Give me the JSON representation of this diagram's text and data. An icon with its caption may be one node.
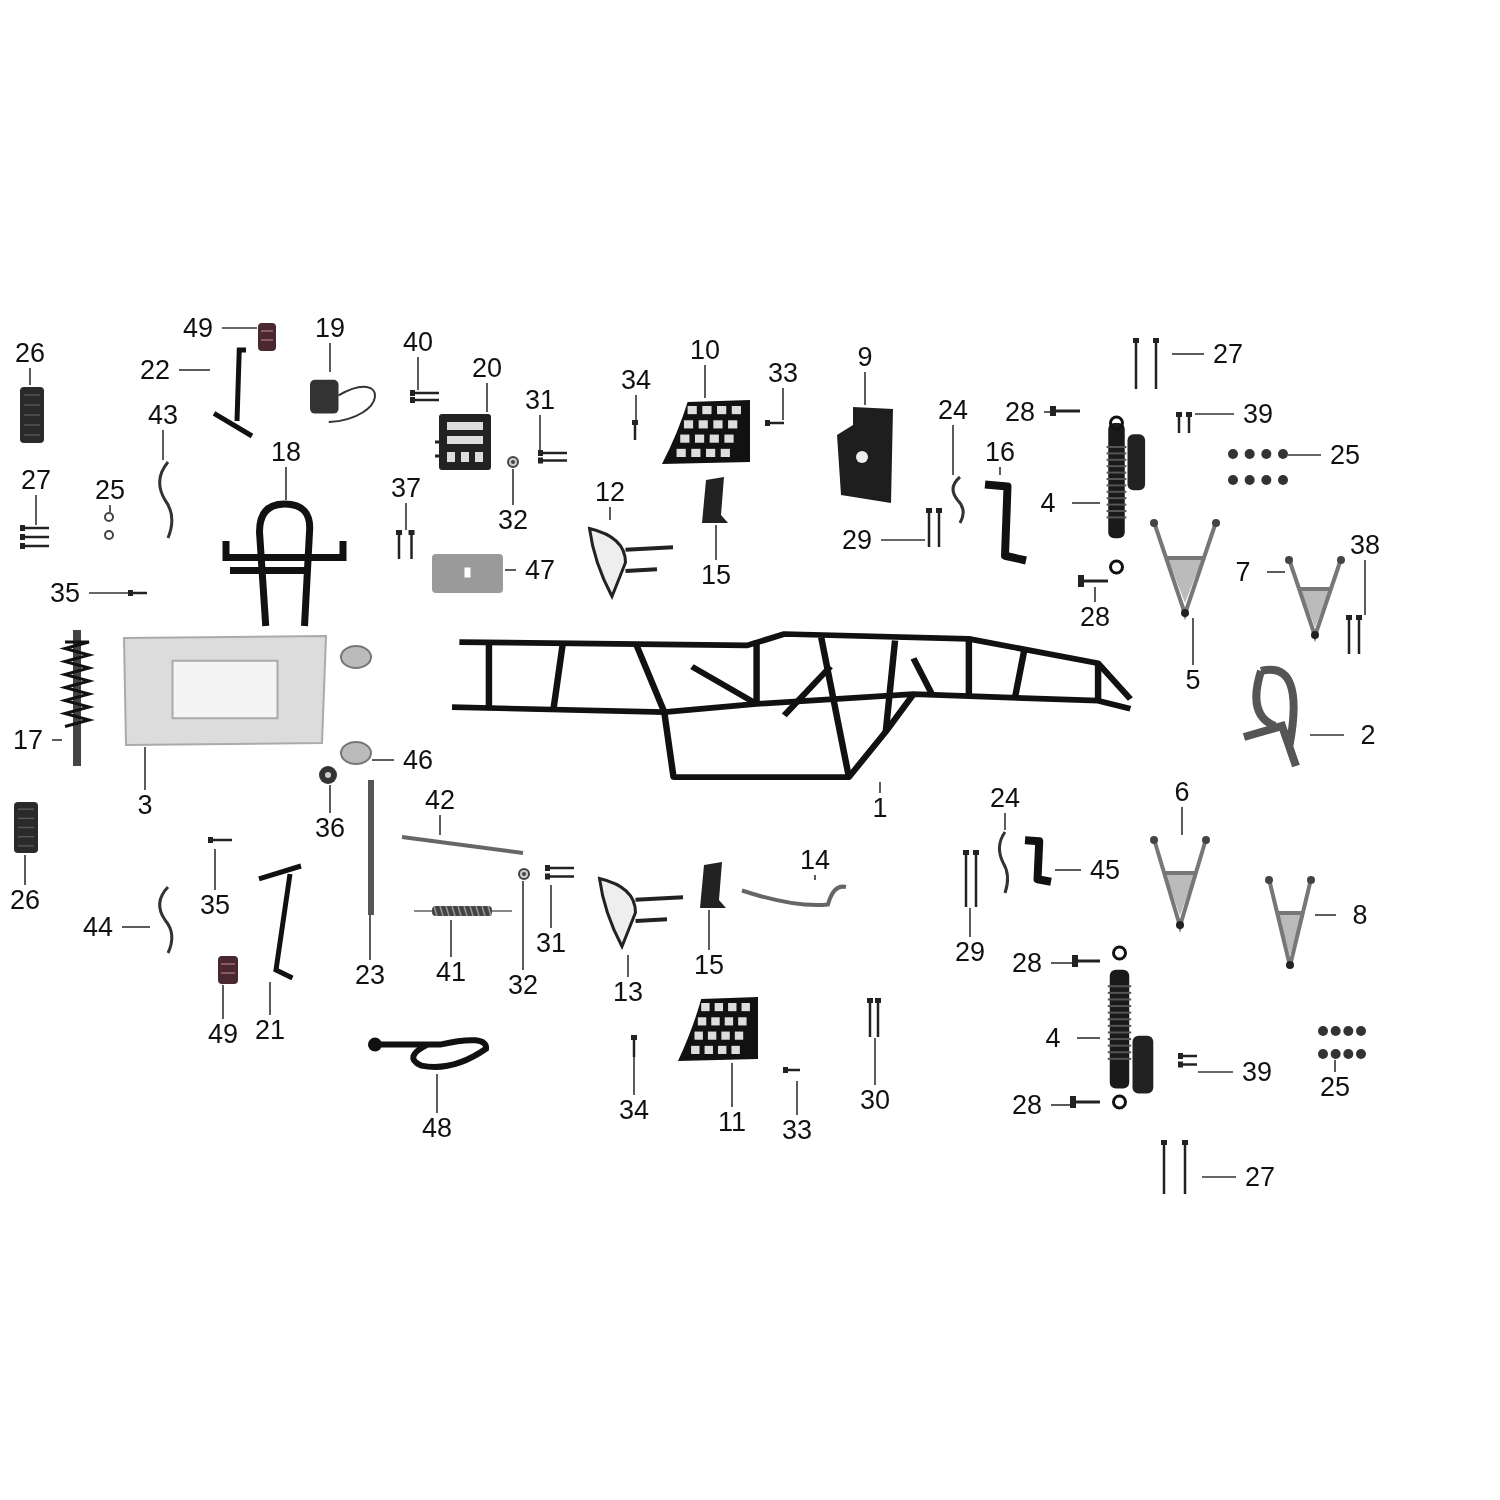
{
  "diagram": {
    "nodes": [
      {
        "text": [
          "26"
        ]
      },
      {
        "text": [],
        "shape": "picture"
      },
      {
        "text": [
          "49"
        ]
      },
      {
        "text": [],
        "shape": "picture"
      },
      {
        "text": [
          "22"
        ]
      },
      {
        "text": [],
        "shape": "picture"
      },
      {
        "text": [
          "19"
        ]
      },
      {
        "text": [],
        "shape": "picture"
      },
      {
        "text": [
          "40"
        ]
      },
      {
        "text": [],
        "shape": "picture"
      },
      {
        "text": [
          "20"
        ]
      },
      {
        "text": [],
        "shape": "picture"
      },
      {
        "text": [
          "31"
        ]
      },
      {
        "text": [],
        "shape": "picture"
      },
      {
        "text": [
          "32"
        ]
      },
      {
        "text": [],
        "shape": "picture"
      },
      {
        "text": [
          "34"
        ]
      },
      {
        "text": [],
        "shape": "picture"
      },
      {
        "text": [
          "10"
        ]
      },
      {
        "text": [],
        "shape": "picture"
      },
      {
        "text": [
          "33"
        ]
      },
      {
        "text": [],
        "shape": "picture"
      },
      {
        "text": [
          "9"
        ]
      },
      {
        "text": [],
        "shape": "picture"
      },
      {
        "text": [
          "24"
        ]
      },
      {
        "text": [],
        "shape": "picture"
      },
      {
        "text": [
          "28"
        ]
      },
      {
        "text": [],
        "shape": "picture"
      },
      {
        "text": [
          "39"
        ]
      },
      {
        "text": [],
        "shape": "picture"
      },
      {
        "text": [
          "27"
        ]
      },
      {
        "text": [],
        "shape": "picture"
      },
      {
        "text": [
          "25"
        ]
      },
      {
        "text": [],
        "shape": "picture"
      },
      {
        "text": [
          "16"
        ]
      },
      {
        "text": [],
        "shape": "picture"
      },
      {
        "text": [
          "4"
        ]
      },
      {
        "text": [],
        "shape": "picture"
      },
      {
        "text": [
          "43"
        ]
      },
      {
        "text": [],
        "shape": "picture"
      },
      {
        "text": [
          "18"
        ]
      },
      {
        "text": [],
        "shape": "picture"
      },
      {
        "text": [
          "37"
        ]
      },
      {
        "text": [],
        "shape": "picture"
      },
      {
        "text": [
          "12"
        ]
      },
      {
        "text": [],
        "shape": "picture"
      },
      {
        "text": [
          "15"
        ]
      },
      {
        "text": [],
        "shape": "picture"
      },
      {
        "text": [
          "29"
        ]
      },
      {
        "text": [],
        "shape": "picture"
      },
      {
        "text": [
          "27"
        ]
      },
      {
        "text": [],
        "shape": "picture"
      },
      {
        "text": [
          "25"
        ]
      },
      {
        "text": [],
        "shape": "picture"
      },
      {
        "text": [
          "35"
        ]
      },
      {
        "text": [],
        "shape": "picture"
      },
      {
        "text": [
          "47"
        ]
      },
      {
        "text": [],
        "shape": "picture"
      },
      {
        "text": [
          "28"
        ]
      },
      {
        "text": [],
        "shape": "picture"
      },
      {
        "text": [
          "5"
        ]
      },
      {
        "text": [],
        "shape": "picture"
      },
      {
        "text": [
          "7"
        ]
      },
      {
        "text": [],
        "shape": "picture"
      },
      {
        "text": [
          "38"
        ]
      },
      {
        "text": [],
        "shape": "picture"
      },
      {
        "text": [
          "17"
        ]
      },
      {
        "text": [],
        "shape": "picture"
      },
      {
        "text": [
          "3"
        ]
      },
      {
        "text": [],
        "shape": "picture"
      },
      {
        "text": [
          "46"
        ]
      },
      {
        "text": [],
        "shape": "picture"
      },
      {
        "text": [
          "1"
        ]
      },
      {
        "text": [],
        "shape": "picture"
      },
      {
        "text": [
          "2"
        ]
      },
      {
        "text": [],
        "shape": "picture"
      },
      {
        "text": [
          "36"
        ]
      },
      {
        "text": [],
        "shape": "picture"
      },
      {
        "text": [
          "42"
        ]
      },
      {
        "text": [],
        "shape": "picture"
      },
      {
        "text": [
          "23"
        ]
      },
      {
        "text": [],
        "shape": "picture"
      },
      {
        "text": [
          "6"
        ]
      },
      {
        "text": [],
        "shape": "picture"
      },
      {
        "text": [
          "24"
        ]
      },
      {
        "text": [],
        "shape": "picture"
      },
      {
        "text": [
          "45"
        ]
      },
      {
        "text": [],
        "shape": "picture"
      },
      {
        "text": [
          "8"
        ]
      },
      {
        "text": [],
        "shape": "picture"
      },
      {
        "text": [
          "31"
        ]
      },
      {
        "text": [],
        "shape": "picture"
      },
      {
        "text": [
          "32"
        ]
      },
      {
        "text": [],
        "shape": "picture"
      },
      {
        "text": [
          "13"
        ]
      },
      {
        "text": [],
        "shape": "picture"
      },
      {
        "text": [
          "15"
        ]
      },
      {
        "text": [],
        "shape": "picture"
      },
      {
        "text": [
          "14"
        ]
      },
      {
        "text": [],
        "shape": "picture"
      },
      {
        "text": [
          "35"
        ]
      },
      {
        "text": [],
        "shape": "picture"
      },
      {
        "text": [
          "44"
        ]
      },
      {
        "text": [],
        "shape": "picture"
      },
      {
        "text": [
          "41"
        ]
      },
      {
        "text": [],
        "shape": "picture"
      },
      {
        "text": [
          "29"
        ]
      },
      {
        "text": [],
        "shape": "picture"
      },
      {
        "text": [
          "26"
        ]
      },
      {
        "text": [],
        "shape": "picture"
      },
      {
        "text": [
          "21"
        ]
      },
      {
        "text": [],
        "shape": "picture"
      },
      {
        "text": [
          "49"
        ]
      },
      {
        "text": [],
        "shape": "picture"
      },
      {
        "text": [
          "28"
        ]
      },
      {
        "text": [],
        "shape": "picture"
      },
      {
        "text": [
          "30"
        ]
      },
      {
        "text": [],
        "shape": "picture"
      },
      {
        "text": [
          "4"
        ]
      },
      {
        "text": [],
        "shape": "picture"
      },
      {
        "text": [
          "48"
        ]
      },
      {
        "text": [],
        "shape": "picture"
      },
      {
        "text": [
          "34"
        ]
      },
      {
        "text": [],
        "shape": "picture"
      },
      {
        "text": [
          "11"
        ]
      },
      {
        "text": [],
        "shape": "picture"
      },
      {
        "text": [
          "33"
        ]
      },
      {
        "text": [],
        "shape": "picture"
      },
      {
        "text": [
          "39"
        ]
      },
      {
        "text": [],
        "shape": "picture"
      },
      {
        "text": [
          "28"
        ]
      },
      {
        "text": [],
        "shape": "picture"
      },
      {
        "text": [
          "25"
        ]
      },
      {
        "text": [],
        "shape": "picture"
      },
      {
        "text": [
          "27"
        ]
      },
      {
        "text": [],
        "shape": "picture"
      }
    ],
    "edges": [
      {
        "from": 0,
        "to": 1,
        "arrow": "none"
      },
      {
        "from": 2,
        "to": 3,
        "arrow": "none"
      },
      {
        "from": 4,
        "to": 5,
        "arrow": "none"
      },
      {
        "from": 6,
        "to": 7,
        "arrow": "none"
      },
      {
        "from": 8,
        "to": 9,
        "arrow": "none"
      },
      {
        "from": 10,
        "to": 11,
        "arrow": "none"
      },
      {
        "from": 12,
        "to": 13,
        "arrow": "none"
      },
      {
        "from": 14,
        "to": 15,
        "arrow": "none"
      },
      {
        "from": 16,
        "to": 17,
        "arrow": "none"
      },
      {
        "from": 18,
        "to": 19,
        "arrow": "none"
      },
      {
        "from": 20,
        "to": 21,
        "arrow": "none"
      },
      {
        "from": 22,
        "to": 23,
        "arrow": "none"
      },
      {
        "from": 24,
        "to": 25,
        "arrow": "none"
      },
      {
        "from": 26,
        "to": 27,
        "arrow": "none"
      },
      {
        "from": 28,
        "to": 29,
        "arrow": "none"
      },
      {
        "from": 30,
        "to": 31,
        "arrow": "none"
      },
      {
        "from": 32,
        "to": 33,
        "arrow": "none"
      },
      {
        "from": 34,
        "to": 35,
        "arrow": "none"
      },
      {
        "from": 36,
        "to": 37,
        "arrow": "none"
      },
      {
        "from": 38,
        "to": 39,
        "arrow": "none"
      },
      {
        "from": 40,
        "to": 41,
        "arrow": "none"
      },
      {
        "from": 42,
        "to": 43,
        "arrow": "none"
      },
      {
        "from": 44,
        "to": 45,
        "arrow": "none"
      },
      {
        "from": 46,
        "to": 47,
        "arrow": "none"
      },
      {
        "from": 48,
        "to": 49,
        "arrow": "none"
      },
      {
        "from": 50,
        "to": 51,
        "arrow": "none"
      },
      {
        "from": 52,
        "to": 53,
        "arrow": "none"
      },
      {
        "from": 54,
        "to": 55,
        "arrow": "none"
      },
      {
        "from": 56,
        "to": 57,
        "arrow": "none"
      },
      {
        "from": 58,
        "to": 59,
        "arrow": "none"
      },
      {
        "from": 60,
        "to": 61,
        "arrow": "none"
      },
      {
        "from": 62,
        "to": 63,
        "arrow": "none"
      },
      {
        "from": 64,
        "to": 65,
        "arrow": "none"
      },
      {
        "from": 66,
        "to": 67,
        "arrow": "none"
      },
      {
        "from": 68,
        "to": 69,
        "arrow": "none"
      },
      {
        "from": 70,
        "to": 71,
        "arrow": "none"
      },
      {
        "from": 72,
        "to": 73,
        "arrow": "none"
      },
      {
        "from": 74,
        "to": 75,
        "arrow": "none"
      },
      {
        "from": 76,
        "to": 77,
        "arrow": "none"
      },
      {
        "from": 78,
        "to": 79,
        "arrow": "none"
      },
      {
        "from": 80,
        "to": 81,
        "arrow": "none"
      },
      {
        "from": 82,
        "to": 83,
        "arrow": "none"
      },
      {
        "from": 84,
        "to": 85,
        "arrow": "none"
      },
      {
        "from": 86,
        "to": 87,
        "arrow": "none"
      },
      {
        "from": 88,
        "to": 89,
        "arrow": "none"
      },
      {
        "from": 90,
        "to": 91,
        "arrow": "none"
      },
      {
        "from": 92,
        "to": 93,
        "arrow": "none"
      },
      {
        "from": 94,
        "to": 95,
        "arrow": "none"
      },
      {
        "from": 96,
        "to": 97,
        "arrow": "none"
      },
      {
        "from": 98,
        "to": 99,
        "arrow": "none"
      },
      {
        "from": 100,
        "to": 101,
        "arrow": "none"
      },
      {
        "from": 102,
        "to": 103,
        "arrow": "none"
      },
      {
        "from": 104,
        "to": 105,
        "arrow": "none"
      },
      {
        "from": 106,
        "to": 107,
        "arrow": "none"
      },
      {
        "from": 108,
        "to": 109,
        "arrow": "none"
      },
      {
        "from": 110,
        "to": 111,
        "arrow": "none"
      },
      {
        "from": 112,
        "to": 113,
        "arrow": "none"
      },
      {
        "from": 114,
        "to": 115,
        "arrow": "none"
      },
      {
        "from": 116,
        "to": 117,
        "arrow": "none"
      },
      {
        "from": 118,
        "to": 119,
        "arrow": "none"
      },
      {
        "from": 120,
        "to": 121,
        "arrow": "none"
      },
      {
        "from": 122,
        "to": 123,
        "arrow": "none"
      },
      {
        "from": 124,
        "to": 125,
        "arrow": "none"
      },
      {
        "from": 126,
        "to": 127,
        "arrow": "none"
      },
      {
        "from": 128,
        "to": 129,
        "arrow": "none"
      },
      {
        "from": 130,
        "to": 131,
        "arrow": "none"
      },
      {
        "from": 132,
        "to": 133,
        "arrow": "none"
      },
      {
        "from": 134,
        "to": 135,
        "arrow": "none"
      }
    ]
  }
}
